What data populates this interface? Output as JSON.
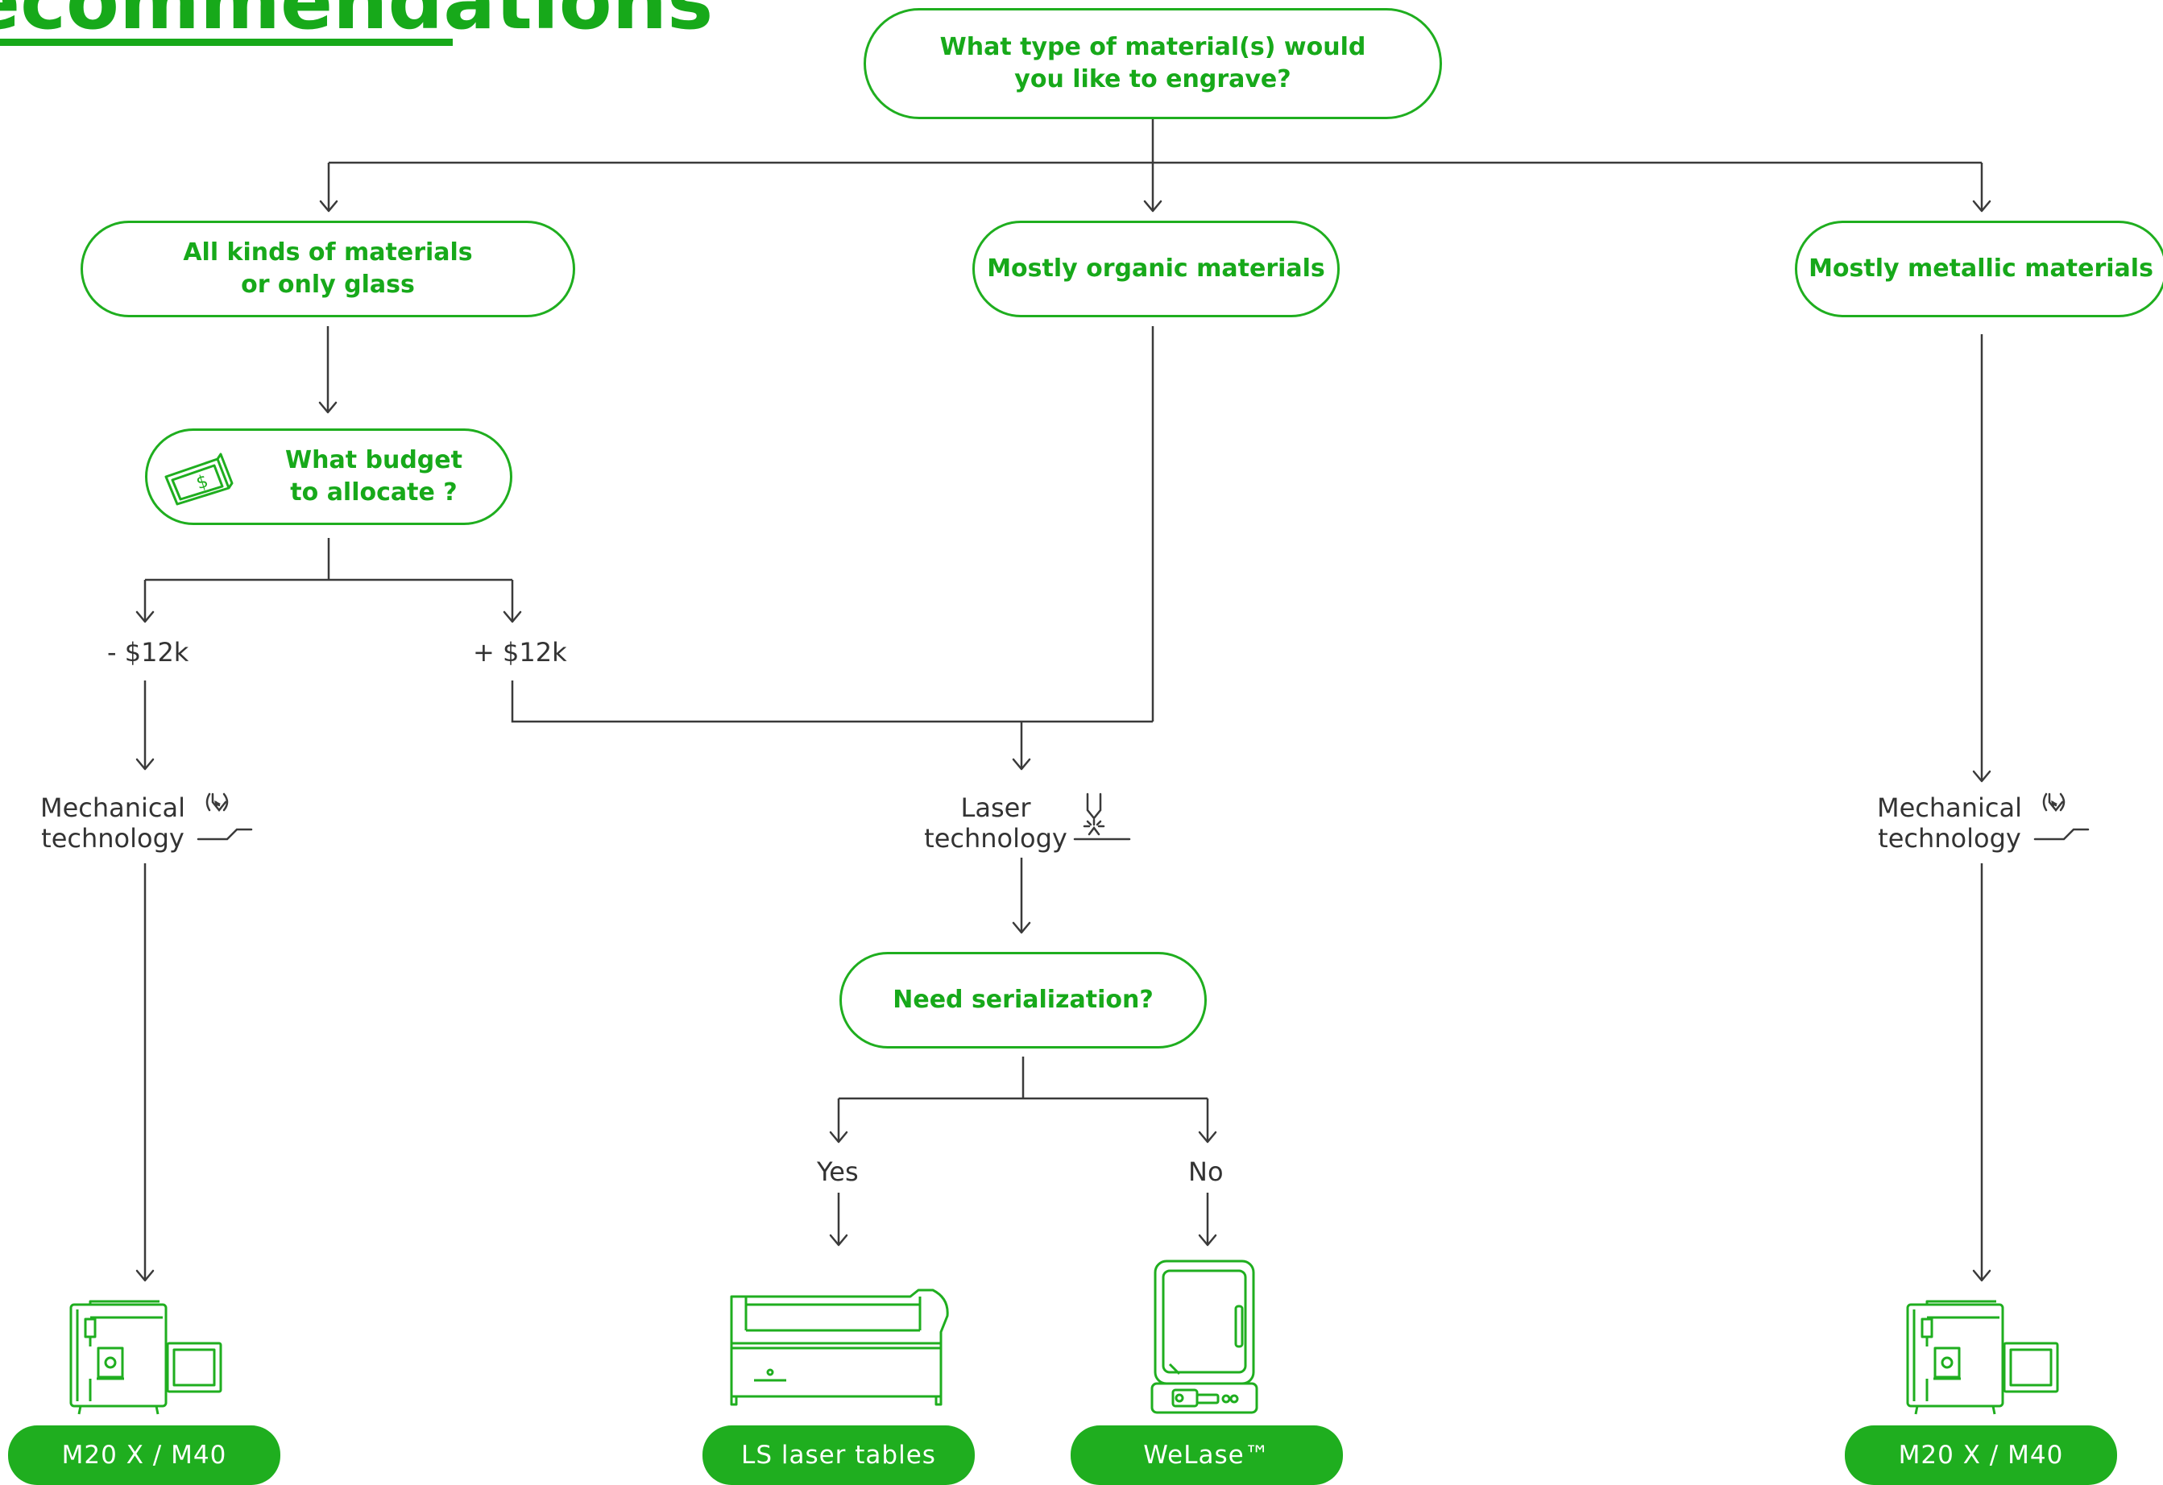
{
  "heading": {
    "text": "ecommendations"
  },
  "question": {
    "line1": "What type of material(s) would",
    "line2": "you like to engrave?"
  },
  "branches": {
    "all": {
      "line1": "All kinds of materials",
      "line2": "or only glass"
    },
    "organic": {
      "label": "Mostly organic materials"
    },
    "metallic": {
      "label": "Mostly metallic materials"
    }
  },
  "budget": {
    "line1": "What budget",
    "line2": "to allocate ?",
    "icon": "money-bill-icon"
  },
  "budget_options": {
    "low": "- $12k",
    "high": "+ $12k"
  },
  "tech": {
    "mechanical_left": {
      "line1": "Mechanical",
      "line2": "technology",
      "icon": "mechanical-engraving-icon"
    },
    "laser": {
      "line1": "Laser",
      "line2": "technology",
      "icon": "laser-engraving-icon"
    },
    "mechanical_right": {
      "line1": "Mechanical",
      "line2": "technology",
      "icon": "mechanical-engraving-icon"
    }
  },
  "serialization": {
    "label": "Need serialization?",
    "yes": "Yes",
    "no": "No"
  },
  "results": {
    "left": "M20 X / M40",
    "ls": "LS laser tables",
    "welase": "WeLase™",
    "right": "M20 X / M40"
  },
  "colors": {
    "accent": "#1fae1f",
    "text": "#333333",
    "line": "#3a3a3a"
  }
}
